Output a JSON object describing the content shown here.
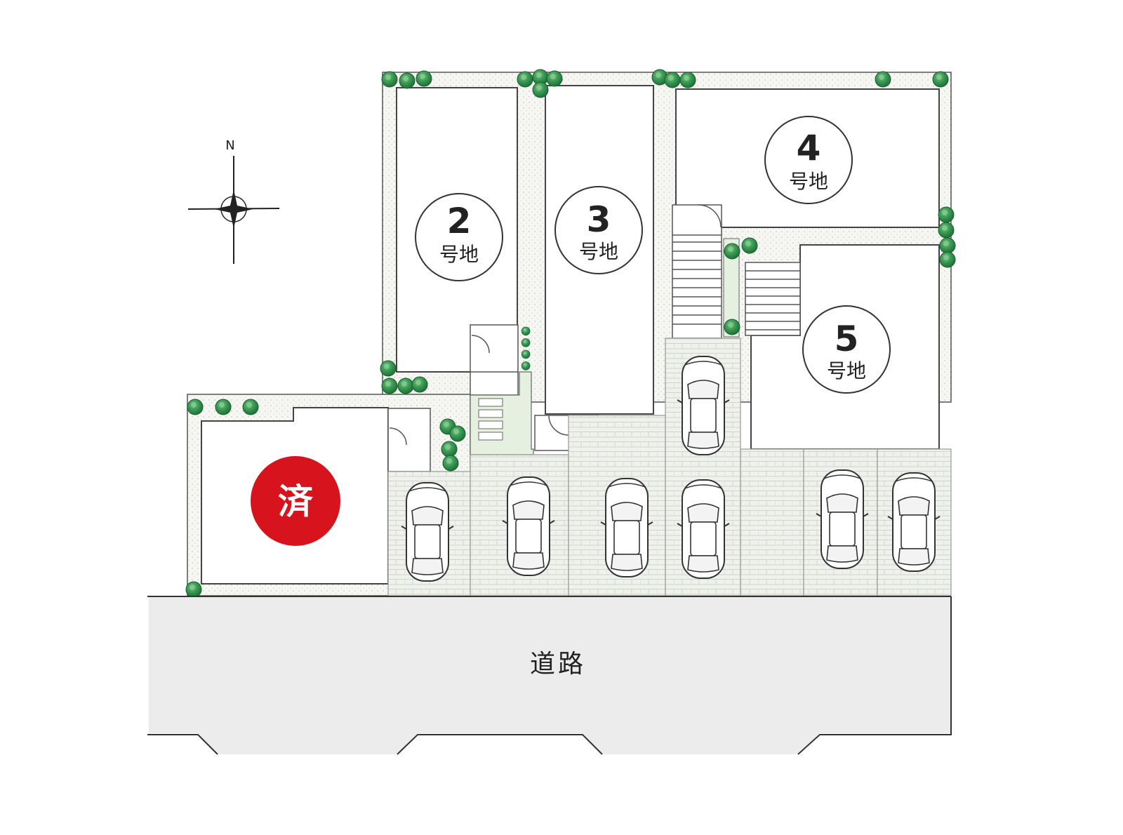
{
  "compass": {
    "north_label": "N"
  },
  "lots": [
    {
      "id": "lot-2",
      "number": "2",
      "unit": "号地"
    },
    {
      "id": "lot-3",
      "number": "3",
      "unit": "号地"
    },
    {
      "id": "lot-4",
      "number": "4",
      "unit": "号地"
    },
    {
      "id": "lot-5",
      "number": "5",
      "unit": "号地"
    }
  ],
  "sold_badge": {
    "label": "済",
    "color": "#d7141e"
  },
  "road": {
    "label": "道路"
  },
  "colors": {
    "garden": "#f2f2ef",
    "hedge": "#2f8f4a",
    "path": "#e6f0e1",
    "paving": "#eef0ec",
    "road": "#ececec"
  }
}
